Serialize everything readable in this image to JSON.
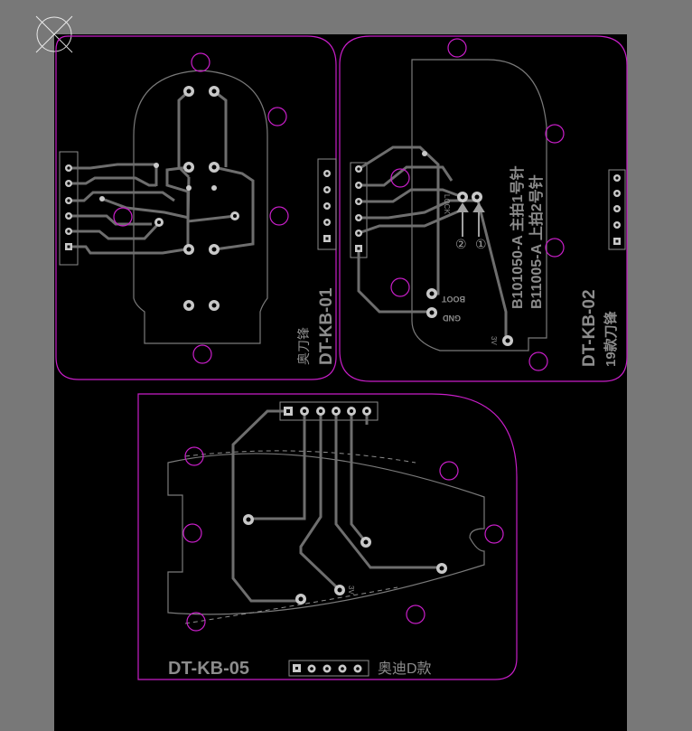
{
  "canvas": {
    "background": "#787878",
    "board_color": "#000000",
    "outline_color": "#c81ec8",
    "track_color": "#6e6e6e",
    "silk_color": "#8c8c8c",
    "pad_color": "#c8c8c8"
  },
  "boards": {
    "kb01": {
      "name": "DT-KB-01",
      "desc": "奥刀锋"
    },
    "kb02": {
      "name": "DT-KB-02",
      "desc": "19款刀锋",
      "model_1": "B101050-A 主拍1号针",
      "model_2": "B11005-A 上拍2号针",
      "pad_boot": "BOOT",
      "pad_gnd": "GND",
      "pad_lock": "LOCK",
      "pad_3v": "3V",
      "marker_1": "①",
      "marker_2": "②"
    },
    "kb05": {
      "name": "DT-KB-05",
      "desc": "奥迪D款",
      "pad_3v": "3V"
    }
  }
}
